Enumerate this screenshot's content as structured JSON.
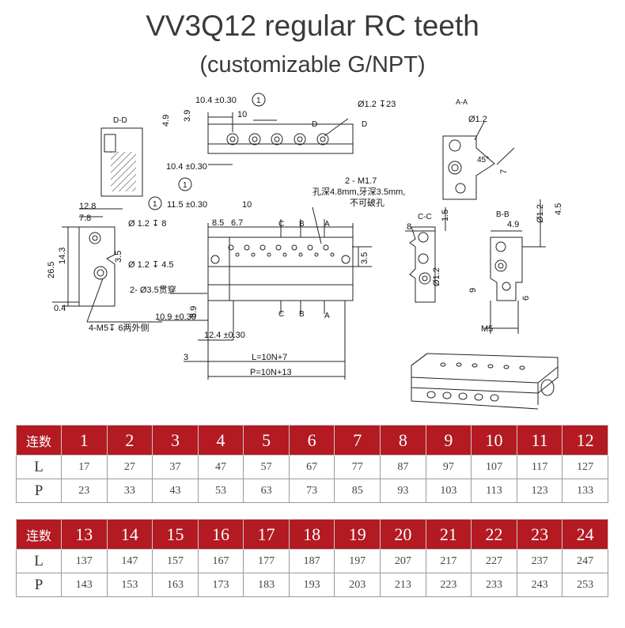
{
  "title": "VV3Q12 regular RC teeth",
  "subtitle": "(customizable G/NPT)",
  "drawing": {
    "labels": {
      "dd": "D-D",
      "aa": "A-A",
      "cc": "C-C",
      "bb": "B-B",
      "d": "D",
      "a": "A",
      "b": "B",
      "c": "C",
      "dim_104_top": "10.4 ±0.30",
      "dim_104_bottom": "10.4 ±0.30",
      "dim_10_top": "10",
      "dim_49_left": "4.9",
      "dim_39": "3.9",
      "hole_12_23": "Ø1.2 ↧23",
      "dim_12_aa": "Ø1.2",
      "dim_45deg": "45°",
      "dim_7": "7",
      "m17": "2 - M1.7",
      "m17_note1": "孔深4.8mm,牙深3.5mm,",
      "m17_note2": "不可破孔",
      "dim_128": "12.8",
      "dim_78": "7.8",
      "dim_115": "11.5 ±0.30",
      "dim_10_mid": "10",
      "dim_85": "8.5",
      "dim_67": "6.7",
      "hole_12_8": "Ø 1.2 ↧ 8",
      "hole_12_45": "Ø 1.2 ↧ 4.5",
      "dim_143": "14.3",
      "dim_265": "26.5",
      "dim_35_left": "3.5",
      "dim_35_right": "3.5",
      "dim_04": "0.4",
      "thru_35": "2- Ø3.5贯穿",
      "dim_109": "10.9 ±0.30",
      "dim_89": "8.9",
      "dim_124": "12.4 ±0.30",
      "m5_side": "4-M5↧ 6两外侧",
      "dim_3": "3",
      "formula_l": "L=10N+7",
      "formula_p": "P=10N+13",
      "dim_8_cc": "8",
      "dim_15": "1.5",
      "dim_12_cc": "Ø1.2",
      "dim_49_bb": "4.9",
      "dim_12_bb": "Ø1.2",
      "dim_45_bb": "4.5",
      "dim_9": "9",
      "dim_6": "6",
      "m5": "M5",
      "circle1": "1"
    }
  },
  "tables": [
    {
      "header_label": "连数",
      "counts": [
        "1",
        "2",
        "3",
        "4",
        "5",
        "6",
        "7",
        "8",
        "9",
        "10",
        "11",
        "12"
      ],
      "l_label": "L",
      "l_values": [
        "17",
        "27",
        "37",
        "47",
        "57",
        "67",
        "77",
        "87",
        "97",
        "107",
        "117",
        "127"
      ],
      "p_label": "P",
      "p_values": [
        "23",
        "33",
        "43",
        "53",
        "63",
        "73",
        "85",
        "93",
        "103",
        "113",
        "123",
        "133"
      ]
    },
    {
      "header_label": "连数",
      "counts": [
        "13",
        "14",
        "15",
        "16",
        "17",
        "18",
        "19",
        "20",
        "21",
        "22",
        "23",
        "24"
      ],
      "l_label": "L",
      "l_values": [
        "137",
        "147",
        "157",
        "167",
        "177",
        "187",
        "197",
        "207",
        "217",
        "227",
        "237",
        "247"
      ],
      "p_label": "P",
      "p_values": [
        "143",
        "153",
        "163",
        "173",
        "183",
        "193",
        "203",
        "213",
        "223",
        "233",
        "243",
        "253"
      ]
    }
  ]
}
